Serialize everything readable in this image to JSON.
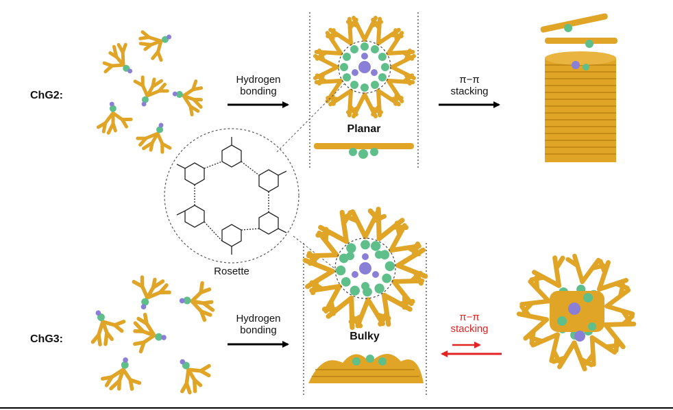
{
  "labels": {
    "chg2": "ChG2:",
    "chg3": "ChG3:",
    "hb_top_1": "Hydrogen",
    "hb_top_2": "bonding",
    "hb_bot_1": "Hydrogen",
    "hb_bot_2": "bonding",
    "pi_top_1": "π−π",
    "pi_top_2": "stacking",
    "pi_bot_1": "π−π",
    "pi_bot_2": "stacking",
    "planar": "Planar",
    "bulky": "Bulky",
    "rosette": "Rosette"
  },
  "colors": {
    "dendron": "#e0a526",
    "dendron_dark": "#b27a0f",
    "core_green": "#5fbf8a",
    "core_purple": "#8a7fd6",
    "arrow_black": "#000000",
    "arrow_red": "#e52222",
    "dashed": "#555555"
  },
  "icons": {
    "molecule": "dendron-molecule-icon",
    "rosette": "rosette-assembly-icon",
    "column": "stacked-column-icon",
    "structure": "hydrogen-bond-structure-icon"
  }
}
